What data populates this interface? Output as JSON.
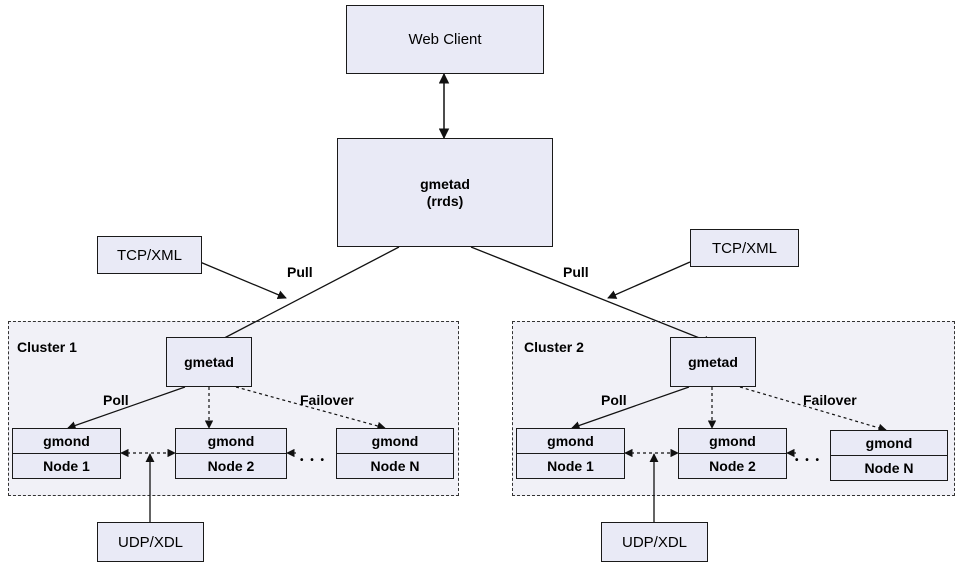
{
  "web_client": "Web Client",
  "top_gmetad": {
    "line1": "gmetad",
    "line2": "(rrds)"
  },
  "tcp_xml_left": "TCP/XML",
  "tcp_xml_right": "TCP/XML",
  "pull_left": "Pull",
  "pull_right": "Pull",
  "cluster1": {
    "title": "Cluster 1",
    "gmetad": "gmetad",
    "poll": "Poll",
    "failover": "Failover",
    "nodes": [
      {
        "role": "gmond",
        "name": "Node 1"
      },
      {
        "role": "gmond",
        "name": "Node 2"
      },
      {
        "role": "gmond",
        "name": "Node N"
      }
    ],
    "ellipsis": "• • •",
    "udp": "UDP/XDL"
  },
  "cluster2": {
    "title": "Cluster 2",
    "gmetad": "gmetad",
    "poll": "Poll",
    "failover": "Failover",
    "nodes": [
      {
        "role": "gmond",
        "name": "Node 1"
      },
      {
        "role": "gmond",
        "name": "Node 2"
      },
      {
        "role": "gmond",
        "name": "Node N"
      }
    ],
    "ellipsis": "• • •",
    "udp": "UDP/XDL"
  }
}
